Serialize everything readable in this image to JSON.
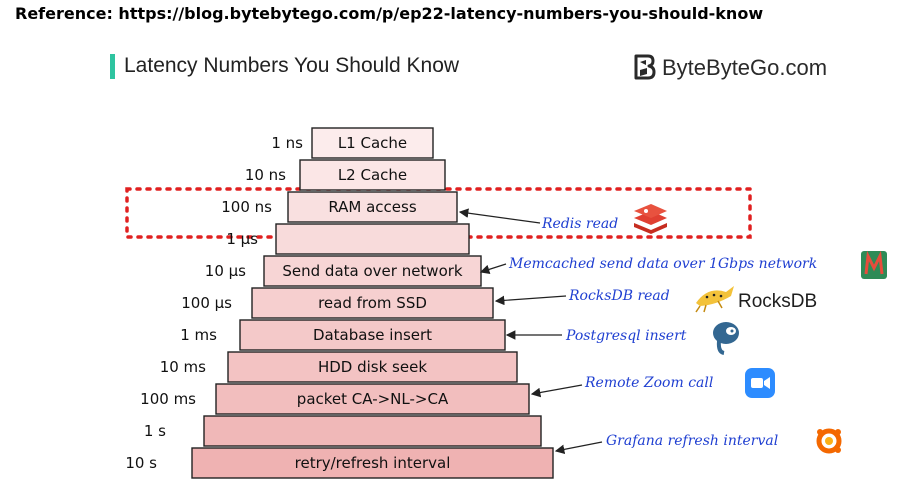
{
  "reference": "Reference: https://blog.bytebytego.com/p/ep22-latency-numbers-you-should-know",
  "title": "Latency Numbers You Should Know",
  "brand": {
    "name": "ByteByteGo.com",
    "icon": "bytebytego-logo-icon"
  },
  "colors": {
    "accent": "#2ec4a0",
    "annotation": "#1f3fd1",
    "highlight": "#e02020"
  },
  "levels": [
    {
      "latency": "1 ns",
      "label": "L1 Cache"
    },
    {
      "latency": "10 ns",
      "label": "L2 Cache"
    },
    {
      "latency": "100 ns",
      "label": "RAM access"
    },
    {
      "latency": "1 µs",
      "label": ""
    },
    {
      "latency": "10 µs",
      "label": "Send data over network"
    },
    {
      "latency": "100 µs",
      "label": "read from SSD"
    },
    {
      "latency": "1 ms",
      "label": "Database insert"
    },
    {
      "latency": "10 ms",
      "label": "HDD disk seek"
    },
    {
      "latency": "100 ms",
      "label": "packet CA->NL->CA"
    },
    {
      "latency": "1 s",
      "label": ""
    },
    {
      "latency": "10 s",
      "label": "retry/refresh interval"
    }
  ],
  "annotations": [
    {
      "text": "Redis read",
      "icon": "redis-icon"
    },
    {
      "text": "Memcached send data over 1Gbps network",
      "icon": "memcached-icon"
    },
    {
      "text": "RocksDB read",
      "icon": "rocksdb-icon",
      "extra": "RocksDB"
    },
    {
      "text": "Postgresql insert",
      "icon": "postgresql-icon"
    },
    {
      "text": "Remote Zoom call",
      "icon": "zoom-icon"
    },
    {
      "text": "Grafana refresh interval",
      "icon": "grafana-icon"
    }
  ]
}
